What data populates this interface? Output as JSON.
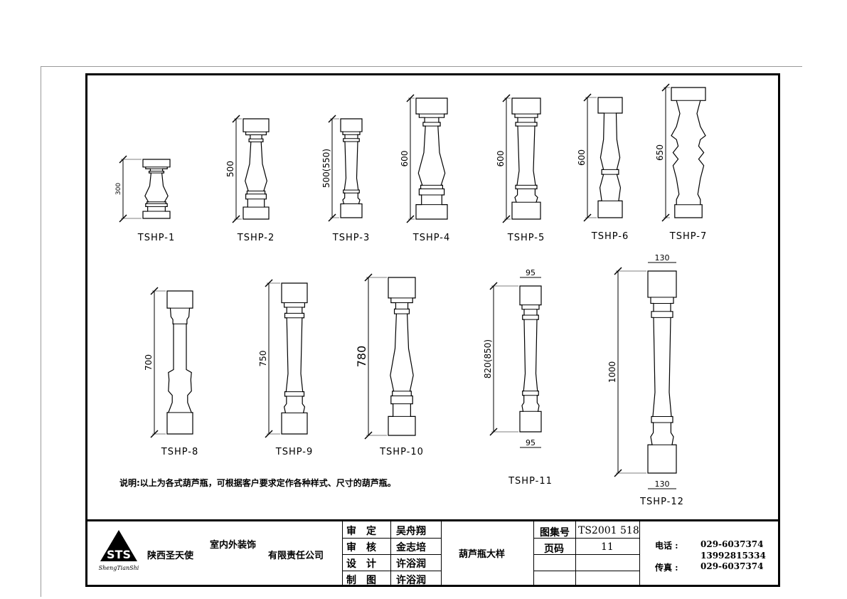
{
  "balusters": [
    {
      "label": "TSHP-1",
      "height": "300"
    },
    {
      "label": "TSHP-2",
      "height": "500"
    },
    {
      "label": "TSHP-3",
      "height": "500(550)"
    },
    {
      "label": "TSHP-4",
      "height": "600"
    },
    {
      "label": "TSHP-5",
      "height": "600"
    },
    {
      "label": "TSHP-6",
      "height": "600"
    },
    {
      "label": "TSHP-7",
      "height": "650"
    },
    {
      "label": "TSHP-8",
      "height": "700"
    },
    {
      "label": "TSHP-9",
      "height": "750"
    },
    {
      "label": "TSHP-10",
      "height": "780"
    },
    {
      "label": "TSHP-11",
      "height": "820(850)",
      "width_top": "95",
      "width_bottom": "95"
    },
    {
      "label": "TSHP-12",
      "height": "1000",
      "width_top": "130",
      "width_bottom": "130"
    }
  ],
  "note": "说明:以上为各式葫芦瓶，可根据客户要求定作各种样式、尺寸的葫芦瓶。",
  "title_block": {
    "logo_text": "STS",
    "logo_sub": "ShengTianShi",
    "company1": "陕西圣天使",
    "company2": "室内外装饰",
    "company3": "有限责任公司",
    "roles": [
      {
        "role": "审　定",
        "name": "吴舟翔"
      },
      {
        "role": "审　核",
        "name": "金志培"
      },
      {
        "role": "设　计",
        "name": "许浴润"
      },
      {
        "role": "制　图",
        "name": "许浴润"
      }
    ],
    "drawing_title": "葫芦瓶大样",
    "atlas_label": "图集号",
    "atlas_no": "TS2001 518",
    "page_label": "页码",
    "page_no": "11",
    "phone_label": "电话 :",
    "phone1": "029-6037374",
    "phone2": "13992815334",
    "fax_label": "传真 :",
    "fax": "029-6037374"
  }
}
